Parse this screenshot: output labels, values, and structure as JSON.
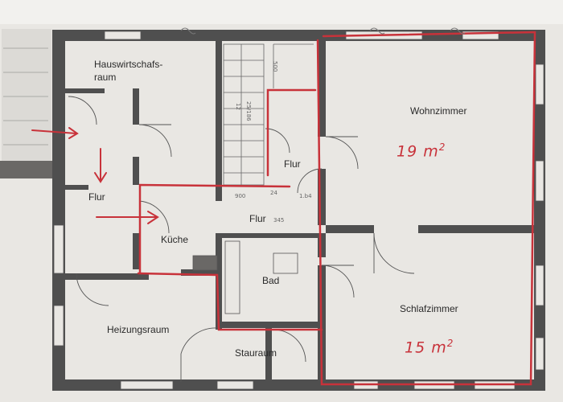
{
  "rooms": {
    "hauswirtschaft_line1": "Hauswirtschafs-",
    "hauswirtschaft_line2": "raum",
    "wohnzimmer": "Wohnzimmer",
    "flur_top": "Flur",
    "flur_left": "Flur",
    "flur_mid": "Flur",
    "kueche": "Küche",
    "bad": "Bad",
    "schlafzimmer": "Schlafzimmer",
    "heizungsraum": "Heizungsraum",
    "stauraum": "Stauraum"
  },
  "areas": {
    "wohnzimmer_value": "19",
    "wohnzimmer_unit": "m",
    "wohnzimmer_exp": "2",
    "schlafzimmer_value": "15",
    "schlafzimmer_unit": "m",
    "schlafzimmer_exp": "2"
  },
  "dimensions": {
    "stair_a": "12",
    "stair_b": "25/186",
    "d_900": "900",
    "d_24": "24",
    "d_1b4": "1.b4",
    "d_345": "345",
    "d_500": "500"
  },
  "colors": {
    "wall": "#4a4a4a",
    "paper": "#e9e7e3",
    "annotation": "#c8323a"
  }
}
